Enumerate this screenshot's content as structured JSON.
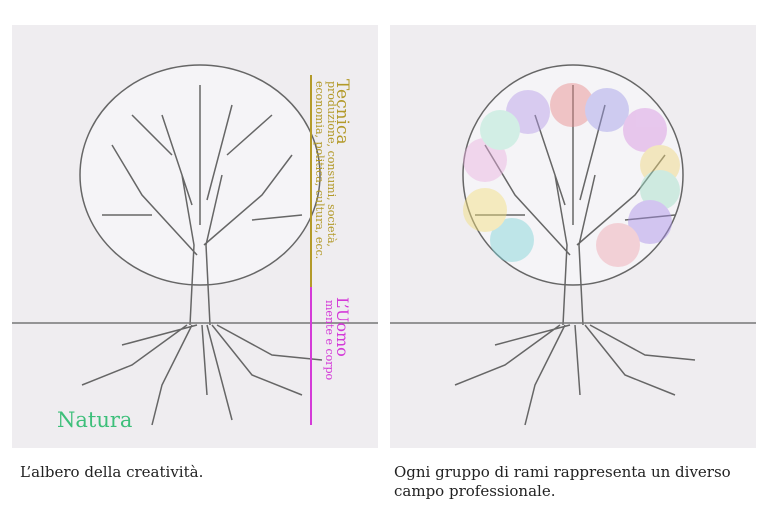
{
  "left_panel": {
    "labels": {
      "tecnica_title": "Tecnica",
      "tecnica_line1": "produzione, consumi, società,",
      "tecnica_line2": "economia, politica, cultura, ecc.",
      "uomo_title": "L’Uomo",
      "uomo_sub": "mente e corpo",
      "natura": "Natura"
    },
    "caption": "L’albero della creatività."
  },
  "right_panel": {
    "caption_line1": "Ogni gruppo di rami rappresenta un diverso",
    "caption_line2": "campo professionale."
  },
  "colors": {
    "tecnica": "#b39a2a",
    "uomo": "#d43ad8",
    "natura": "#3dbf7a"
  }
}
